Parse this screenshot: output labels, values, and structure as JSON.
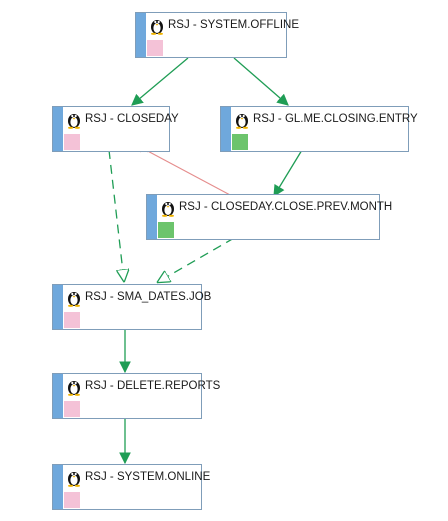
{
  "colors": {
    "node_stripe": "#6fa8dc",
    "node_border": "#7f9db9",
    "status_pink": "#f4c2d7",
    "status_green": "#6cc46c",
    "edge_solid": "#1f9d55",
    "edge_dashed": "#1f9d55",
    "edge_blocked": "#e58c8c"
  },
  "nodes": [
    {
      "id": "system-offline",
      "label": "RSJ - SYSTEM.OFFLINE",
      "status": "pink",
      "icon": "linux-penguin-icon"
    },
    {
      "id": "closeday",
      "label": "RSJ - CLOSEDAY",
      "status": "pink",
      "icon": "linux-penguin-icon"
    },
    {
      "id": "gl-me-closing-entry",
      "label": "RSJ - GL.ME.CLOSING.ENTRY",
      "status": "green",
      "icon": "linux-penguin-icon"
    },
    {
      "id": "closeday-close-prev-month",
      "label": "RSJ - CLOSEDAY.CLOSE.PREV.MONTH",
      "status": "green",
      "icon": "linux-penguin-icon"
    },
    {
      "id": "sma-dates-job",
      "label": "RSJ - SMA_DATES.JOB",
      "status": "pink",
      "icon": "linux-penguin-icon"
    },
    {
      "id": "delete-reports",
      "label": "RSJ - DELETE.REPORTS",
      "status": "pink",
      "icon": "linux-penguin-icon"
    },
    {
      "id": "system-online",
      "label": "RSJ - SYSTEM.ONLINE",
      "status": "pink",
      "icon": "linux-penguin-icon"
    }
  ],
  "edges": [
    {
      "from": "system-offline",
      "to": "closeday",
      "style": "solid"
    },
    {
      "from": "system-offline",
      "to": "gl-me-closing-entry",
      "style": "solid"
    },
    {
      "from": "gl-me-closing-entry",
      "to": "closeday-close-prev-month",
      "style": "solid"
    },
    {
      "from": "closeday-close-prev-month",
      "to": "closeday",
      "style": "blocked"
    },
    {
      "from": "closeday",
      "to": "sma-dates-job",
      "style": "dashed"
    },
    {
      "from": "closeday-close-prev-month",
      "to": "sma-dates-job",
      "style": "dashed"
    },
    {
      "from": "sma-dates-job",
      "to": "delete-reports",
      "style": "solid"
    },
    {
      "from": "delete-reports",
      "to": "system-online",
      "style": "solid"
    }
  ]
}
